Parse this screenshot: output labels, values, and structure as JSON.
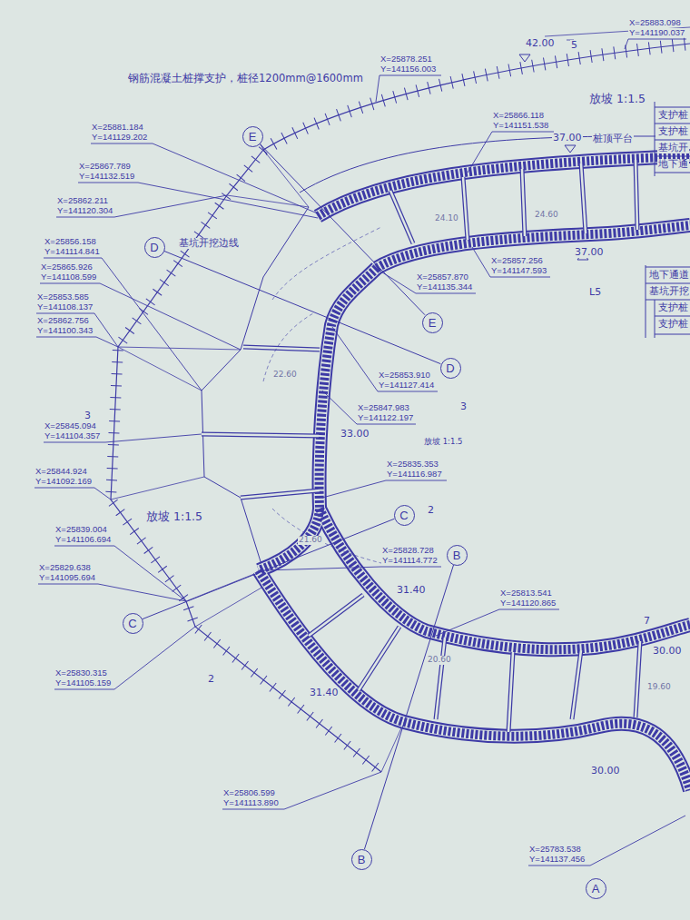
{
  "diagram": {
    "nodes": [
      {
        "text": [
          "E"
        ]
      },
      {
        "text": [
          "D"
        ]
      },
      {
        "text": [
          "E"
        ]
      },
      {
        "text": [
          "D"
        ]
      },
      {
        "text": [
          "C"
        ]
      },
      {
        "text": [
          "B"
        ]
      },
      {
        "text": [
          "C"
        ]
      },
      {
        "text": [
          "B"
        ]
      },
      {
        "text": [
          "A"
        ]
      }
    ],
    "edges": [
      {
        "from": 0,
        "to": 2,
        "arrow": "none"
      },
      {
        "from": 1,
        "to": 3,
        "arrow": "none"
      },
      {
        "from": 6,
        "to": 4,
        "arrow": "none"
      },
      {
        "from": 5,
        "to": 7,
        "arrow": "none"
      }
    ],
    "labels": [
      "钢筋混凝土桩撑支护，桩径1200mm@1600mm",
      "X=25878.251",
      "Y=141156.003",
      "42.00",
      "5",
      "X=25883.098",
      "Y=141190.037",
      "放坡 1:1.5",
      "X=25866.118",
      "Y=141151.538",
      "37.00",
      "桩顶平台",
      "X=25881.184",
      "Y=141129.202",
      "X=25867.789",
      "Y=141132.519",
      "X=25862.211",
      "Y=141120.304",
      "基坑开挖边线",
      "X=25856.158",
      "Y=141114.841",
      "X=25865.926",
      "Y=141108.599",
      "X=25853.585",
      "Y=141108.137",
      "X=25862.756",
      "Y=141100.343",
      "24.10",
      "24.60",
      "X=25857.256",
      "Y=141147.593",
      "37.00",
      "X=25857.870",
      "Y=141135.344",
      "L5",
      "22.60",
      "X=25853.910",
      "Y=141127.414",
      "X=25847.983",
      "Y=141122.197",
      "3",
      "3",
      "33.00",
      "放坡 1:1.5",
      "X=25845.094",
      "Y=141104.357",
      "X=25835.353",
      "Y=141116.987",
      "X=25844.924",
      "Y=141092.169",
      "放坡 1:1.5",
      "X=25839.004",
      "Y=141106.694",
      "21.60",
      "X=25828.728",
      "Y=141114.772",
      "2",
      "X=25829.638",
      "Y=141095.694",
      "31.40",
      "X=25813.541",
      "Y=141120.865",
      "7",
      "X=25830.315",
      "Y=141105.159",
      "2",
      "20.60",
      "30.00",
      "19.60",
      "31.40",
      "30.00",
      "X=25806.599",
      "Y=141113.890",
      "X=25783.538",
      "Y=141137.456",
      "支护桩",
      "支护桩",
      "基坑开",
      "地下通",
      "地下通道",
      "基坑开挖",
      "支护桩",
      "支护桩"
    ]
  }
}
